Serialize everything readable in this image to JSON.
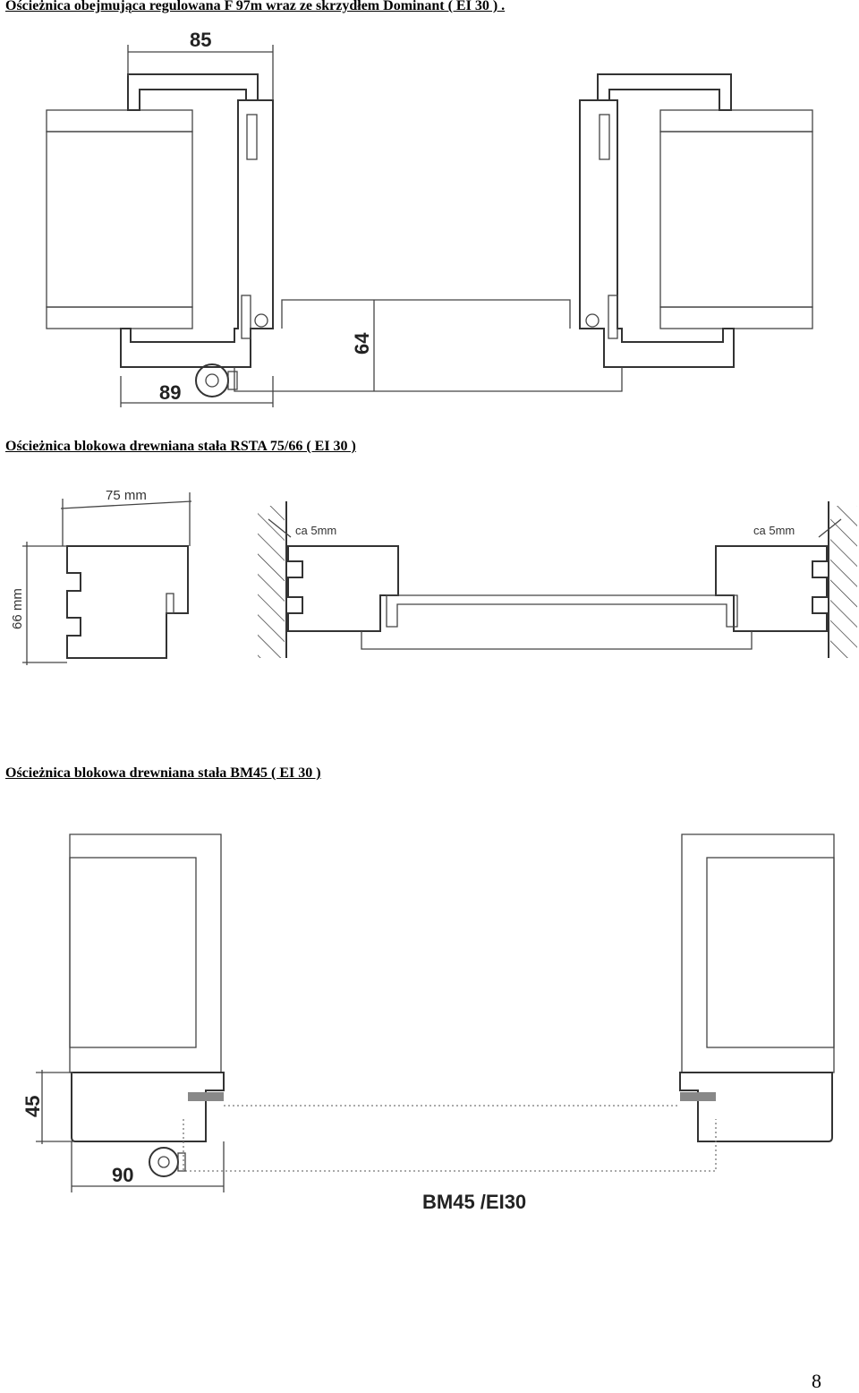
{
  "sections": [
    {
      "heading": "Ościeżnica obejmująca regulowana F 97m wraz ze skrzydłem Dominant ( EI 30 ) .",
      "dimensions": {
        "width": "85",
        "depth": "64",
        "offset": "89"
      }
    },
    {
      "heading": "Ościeżnica blokowa drewniana stała RSTA 75/66 ( EI 30 )",
      "dimensions": {
        "width": "75 mm",
        "depth": "66 mm",
        "gap_left": "ca 5mm",
        "gap_right": "ca 5mm"
      }
    },
    {
      "heading": "Ościeżnica blokowa drewniana stała BM45 ( EI 30 )",
      "dimensions": {
        "depth": "45",
        "offset": "90"
      },
      "caption": "BM45 /EI30"
    }
  ],
  "page_number": "8"
}
